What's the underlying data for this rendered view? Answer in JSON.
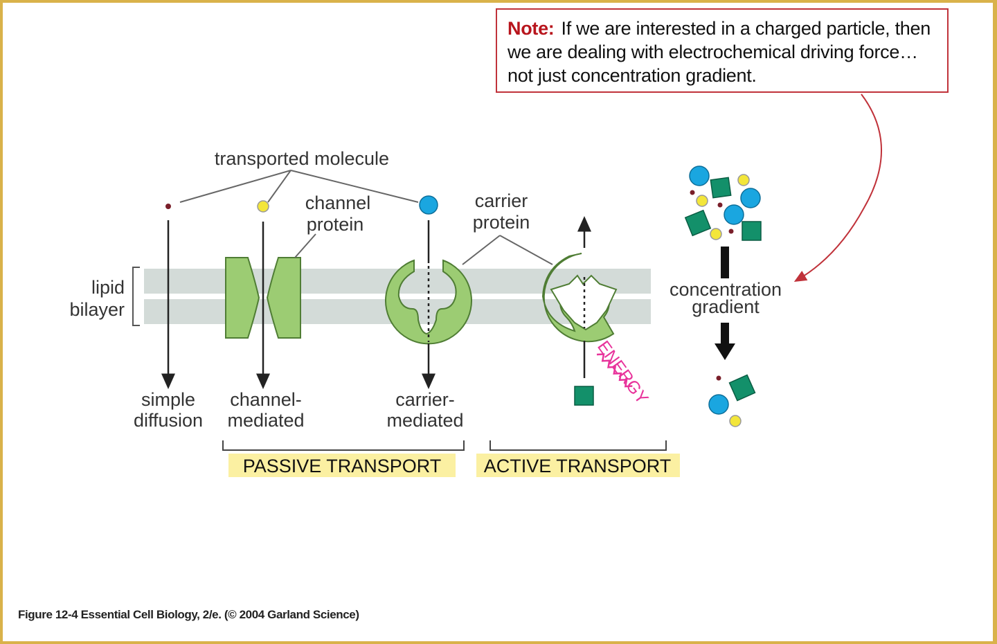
{
  "note": {
    "label": "Note:",
    "text": "If we are interested in a charged particle, then we are dealing with electrochemical driving force…not just concentration gradient."
  },
  "labels": {
    "transported_molecule": "transported molecule",
    "channel_protein_1": "channel",
    "channel_protein_2": "protein",
    "carrier_protein_1": "carrier",
    "carrier_protein_2": "protein",
    "lipid_bilayer_1": "lipid",
    "lipid_bilayer_2": "bilayer",
    "simple_diffusion_1": "simple",
    "simple_diffusion_2": "diffusion",
    "channel_mediated_1": "channel-",
    "channel_mediated_2": "mediated",
    "carrier_mediated_1": "carrier-",
    "carrier_mediated_2": "mediated",
    "energy": "ENERGY",
    "concentration_gradient_1": "concentration",
    "concentration_gradient_2": "gradient"
  },
  "groups": {
    "passive_transport": "PASSIVE TRANSPORT",
    "active_transport": "ACTIVE TRANSPORT"
  },
  "caption": "Figure 12-4  Essential Cell Biology, 2/e. (© 2004 Garland Science)",
  "colors": {
    "frame_border": "#d9b24a",
    "note_border": "#c0323a",
    "note_label": "#b8151d",
    "membrane": "#d3dbd8",
    "protein_fill": "#9ccc73",
    "protein_stroke": "#4f7d34",
    "highlight": "#fbf0a2",
    "energy": "#e8339b",
    "molecule_blue": "#1aa6e0",
    "molecule_yellow": "#f3e63a",
    "molecule_green": "#13906a",
    "molecule_dot": "#7a1f2a"
  }
}
